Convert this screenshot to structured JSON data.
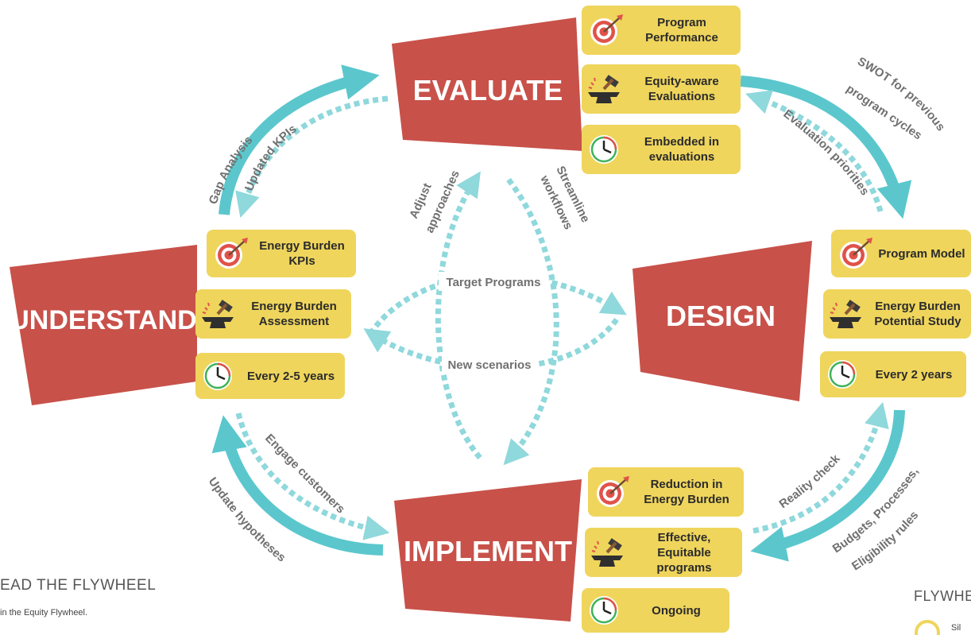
{
  "phases": {
    "evaluate": "EVALUATE",
    "understand": "UNDERSTAND",
    "design": "DESIGN",
    "implement": "IMPLEMENT"
  },
  "cards": {
    "evaluate": [
      {
        "icon": "target-icon",
        "lines": [
          "Program",
          "Performance"
        ]
      },
      {
        "icon": "anvil-hammer-icon",
        "lines": [
          "Equity-aware",
          "Evaluations"
        ]
      },
      {
        "icon": "clock-icon",
        "lines": [
          "Embedded in",
          "evaluations"
        ]
      }
    ],
    "understand": [
      {
        "icon": "target-icon",
        "lines": [
          "Energy Burden",
          "KPIs"
        ]
      },
      {
        "icon": "anvil-hammer-icon",
        "lines": [
          "Energy Burden",
          "Assessment"
        ]
      },
      {
        "icon": "clock-icon",
        "lines": [
          "Every 2-5 years"
        ]
      }
    ],
    "design": [
      {
        "icon": "target-icon",
        "lines": [
          "Program Model"
        ]
      },
      {
        "icon": "anvil-hammer-icon",
        "lines": [
          "Energy Burden",
          "Potential Study"
        ]
      },
      {
        "icon": "clock-icon",
        "lines": [
          "Every 2 years"
        ]
      }
    ],
    "implement": [
      {
        "icon": "target-icon",
        "lines": [
          "Reduction in",
          "Energy Burden"
        ]
      },
      {
        "icon": "anvil-hammer-icon",
        "lines": [
          "Effective, Equitable",
          "programs"
        ]
      },
      {
        "icon": "clock-icon",
        "lines": [
          "Ongoing"
        ]
      }
    ]
  },
  "arrow_labels": {
    "gap_analysis": "Gap Analysis",
    "updated_kpis": "Updated KPIs",
    "swot_line1": "SWOT for previous",
    "swot_line2": "program cycles",
    "evaluation_priorities": "Evaluation priorities",
    "adjust_line1": "Adjust",
    "adjust_line2": "approaches",
    "streamline_line1": "Streamline",
    "streamline_line2": "workflows",
    "target_programs": "Target Programs",
    "new_scenarios": "New scenarios",
    "engage_customers": "Engage customers",
    "update_hypotheses": "Update hypotheses",
    "reality_check": "Reality check",
    "budgets_line1": "Budgets, Processes,",
    "budgets_line2": "Eligibility rules"
  },
  "fragments": {
    "read_title": "EAD THE FLYWHEEL",
    "read_sub": "in the Equity Flywheel.",
    "right_title": "FLYWHE",
    "right_sub": "Sil"
  },
  "colors": {
    "phase": "#c8514a",
    "card": "#efd55c",
    "arrow": "#5bc7cd",
    "dotted": "#8fd8dc",
    "label": "#707070"
  }
}
